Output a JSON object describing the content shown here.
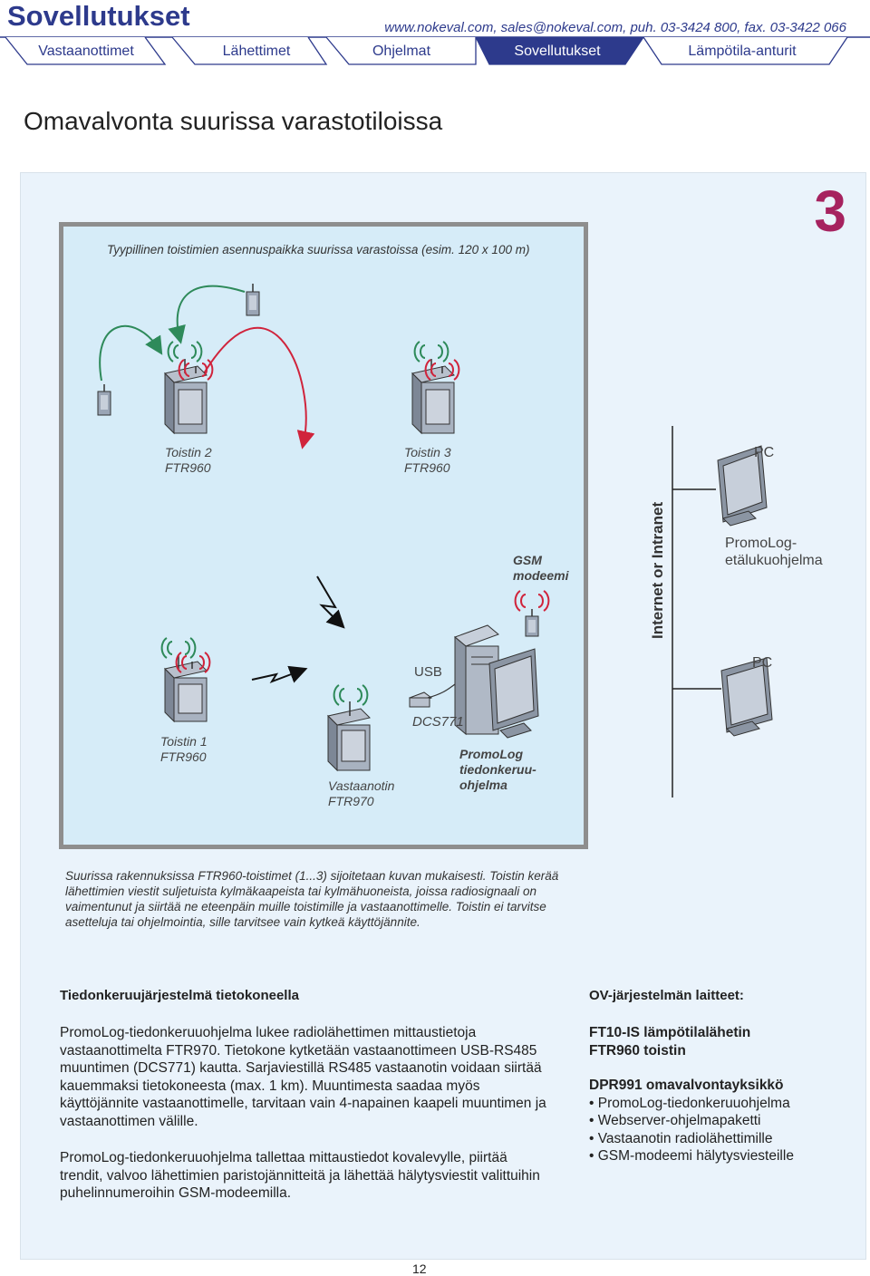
{
  "header": {
    "brand": "Sovellutukset",
    "contact": "www.nokeval.com, sales@nokeval.com, puh. 03-3424 800, fax. 03-3422 066",
    "tabs": [
      {
        "label": "Vastaanottimet",
        "active": false
      },
      {
        "label": "Lähettimet",
        "active": false
      },
      {
        "label": "Ohjelmat",
        "active": false
      },
      {
        "label": "Sovellutukset",
        "active": true
      },
      {
        "label": "Lämpötila-anturit",
        "active": false
      }
    ],
    "colors": {
      "accent": "#2d3a8c",
      "active_tab": "#2d3a8c",
      "page_number": "#a6225f"
    }
  },
  "page": {
    "title": "Omavalvonta suurissa varastotiloissa",
    "section_number": "3",
    "page_number": "12"
  },
  "diagram": {
    "caption": "Tyypillinen toistimien asennuspaikka suurissa varastoissa (esim. 120 x 100 m)",
    "labels": {
      "repeater2": [
        "Toistin 2",
        "FTR960"
      ],
      "repeater3": [
        "Toistin 3",
        "FTR960"
      ],
      "pc_top": "PC",
      "network": "Internet or Intranet",
      "promolog_remote": [
        "PromoLog-",
        "etälukuohjelma"
      ],
      "gsm": [
        "GSM",
        "modeemi"
      ],
      "usb": "USB",
      "pc_bottom": "PC",
      "dcs": "DCS771",
      "repeater1": [
        "Toistin 1",
        "FTR960"
      ],
      "receiver": [
        "Vastaanotin",
        "FTR970"
      ],
      "promolog_collect": [
        "PromoLog",
        "tiedonkeruu-",
        "ohjelma"
      ]
    },
    "note": "Suurissa rakennuksissa FTR960-toistimet (1...3) sijoitetaan kuvan mukaisesti. Toistin kerää lähettimien viestit suljetuista kylmäkaapeista tai kylmähuoneista, joissa radiosignaali on vaimentunut ja siirtää ne eteenpäin muille toistimille ja vastaanottimelle. Toistin ei tarvitse asetteluja tai ohjelmointia, sille tarvitsee vain kytkeä käyttöjännite."
  },
  "left_column": {
    "heading": "Tiedonkeruujärjestelmä tietokoneella",
    "para1": "PromoLog-tiedonkeruuohjelma lukee radiolähettimen mittaustietoja vastaanottimelta FTR970. Tietokone kytketään vastaanottimeen USB-RS485 muuntimen (DCS771) kautta. Sarjaviestillä RS485 vastaanotin voidaan siirtää kauemmaksi tietokoneesta (max. 1 km). Muuntimesta saadaa myös käyttöjännite vastaanottimelle, tarvitaan vain 4-napainen kaapeli muuntimen ja vastaanottimen välille.",
    "para2": "PromoLog-tiedonkeruuohjelma tallettaa mittaustiedot kovalevylle, piirtää trendit, valvoo lähettimien paristojännitteitä ja lähettää hälytysviestit valittuihin puhelinnumeroihin GSM-modeemilla."
  },
  "right_column": {
    "heading": "OV-järjestelmän laitteet:",
    "item1": "FT10-IS lämpötilalähetin",
    "item2": "FTR960 toistin",
    "group_title": "DPR991 omavalvontayksikkö",
    "bullets": [
      "• PromoLog-tiedonkeruuohjelma",
      "• Webserver-ohjelmapaketti",
      "• Vastaanotin radiolähettimille",
      "• GSM-modeemi hälytysviesteille"
    ]
  }
}
